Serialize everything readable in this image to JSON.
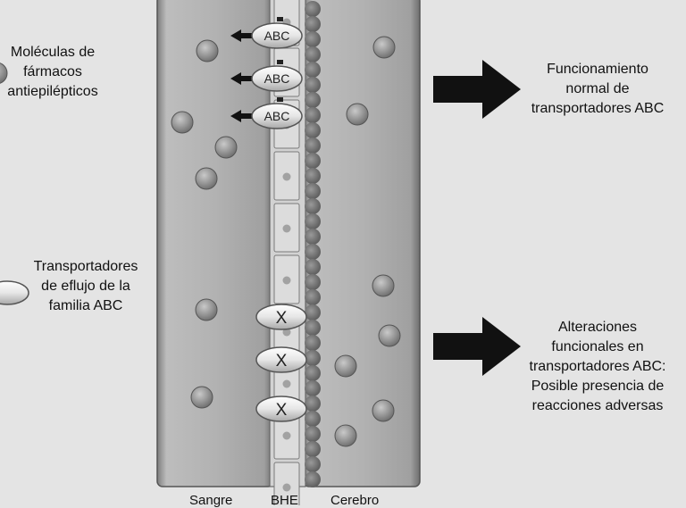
{
  "legend": {
    "drug_molecules": [
      "Moléculas de",
      "fármacos",
      "antiepilépticos"
    ],
    "abc_transporters": [
      "Transportadores",
      "de eflujo de la",
      "familia ABC"
    ]
  },
  "annotations": {
    "normal": [
      "Funcionamiento",
      "normal de",
      "transportadores ABC"
    ],
    "altered": [
      "Alteraciones",
      "funcionales en",
      "transportadores ABC:",
      "Posible presencia de",
      "reacciones adversas"
    ]
  },
  "compartments": {
    "blood": "Sangre",
    "bbb": "BHE",
    "brain": "Cerebro"
  },
  "transporters": {
    "functional_label": "ABC",
    "blocked_label": "X",
    "functional_count": 3,
    "blocked_count": 3
  },
  "colors": {
    "background": "#e4e4e4",
    "panel": "#a8a8a8",
    "membrane": "#cfcfcf",
    "molecule": "#8f8f8f",
    "arrow": "#111111"
  }
}
